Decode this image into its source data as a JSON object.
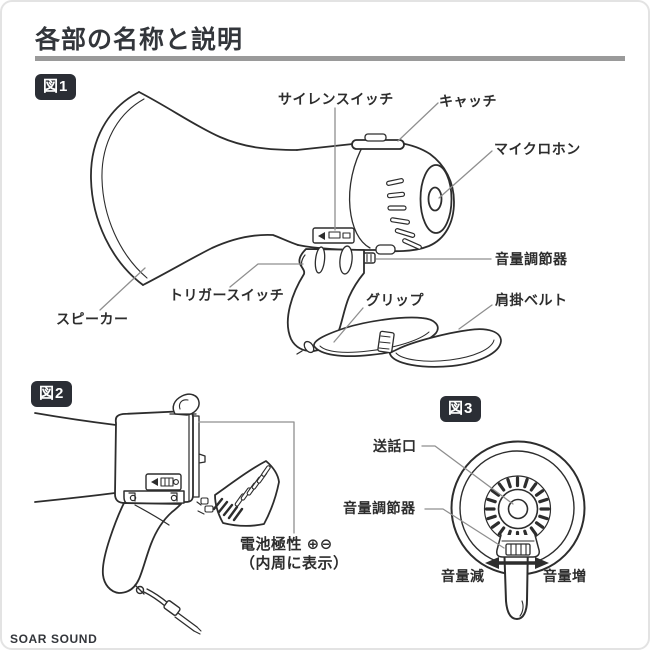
{
  "page": {
    "title": "各部の名称と説明",
    "brand": "SOAR SOUND"
  },
  "colors": {
    "ink": "#2d2d2d",
    "leader_line": "#8f8f8f",
    "title_rule": "#9a9a9a",
    "badge_bg": "#2b2e35",
    "badge_text": "#ffffff",
    "background": "#ffffff"
  },
  "figure1": {
    "badge": "図1",
    "labels": {
      "siren_switch": "サイレンスイッチ",
      "catch": "キャッチ",
      "microphone": "マイクロホン",
      "volume_control": "音量調節器",
      "shoulder_belt": "肩掛ベルト",
      "grip": "グリップ",
      "trigger_switch": "トリガースイッチ",
      "speaker": "スピーカー"
    }
  },
  "figure2": {
    "badge": "図2",
    "labels": {
      "battery_polarity": "電池極性 ⊕⊖",
      "battery_polarity_note": "（内周に表示）"
    }
  },
  "figure3": {
    "badge": "図3",
    "labels": {
      "mouthpiece": "送話口",
      "volume_control": "音量調節器",
      "volume_down": "音量減",
      "volume_up": "音量増"
    }
  }
}
